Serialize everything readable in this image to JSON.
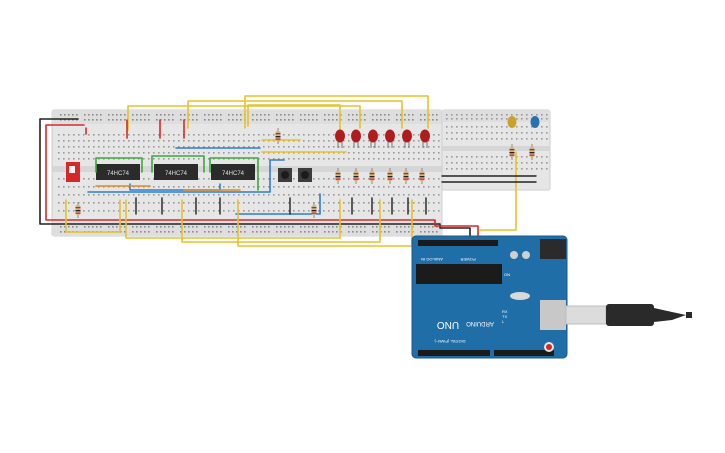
{
  "chips": [
    {
      "label": "74HC74"
    },
    {
      "label": "74HC74"
    },
    {
      "label": "74HC74"
    }
  ],
  "leds_red_count": 6,
  "leds_small": [
    {
      "color": "#c9a227",
      "name": "yellow"
    },
    {
      "color": "#2a6fb0",
      "name": "blue"
    }
  ],
  "arduino": {
    "brand": "ARDUINO",
    "model": "UNO",
    "digital_label": "DIGITAL (PWM~)",
    "analog_label": "ANALOG IN",
    "power_label": "POWER",
    "tx_label": "TX",
    "rx_label": "RX",
    "on_label": "ON",
    "l_label": "L"
  },
  "colors": {
    "wire_yellow": "#e6c229",
    "wire_red": "#d62828",
    "wire_black": "#222222",
    "wire_green": "#3aa83a",
    "wire_blue": "#2a7fd4",
    "wire_orange": "#e08a1e",
    "arduino_blue": "#1f6ea8",
    "breadboard": "#e9e9e9",
    "led_red": "#b01c1c"
  }
}
